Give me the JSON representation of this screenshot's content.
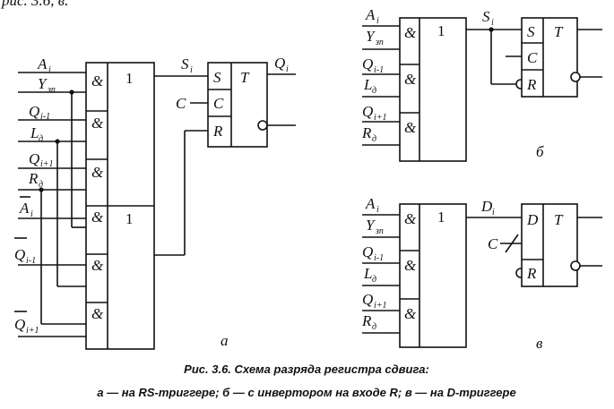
{
  "header": {
    "top_ref": "рис. 3.6, в."
  },
  "panel_a": {
    "letter": "а",
    "inputs": [
      {
        "label": "A",
        "sub": "i"
      },
      {
        "label": "Y",
        "sub": "зп"
      },
      {
        "label": "Q",
        "sub": "i-1"
      },
      {
        "label": "L",
        "sub": "д"
      },
      {
        "label": "Q",
        "sub": "i+1"
      },
      {
        "label": "R",
        "sub": "д"
      },
      {
        "label": "A",
        "sub": "i"
      },
      {
        "label": "Q",
        "sub": "i-1"
      },
      {
        "label": "Q",
        "sub": "i+1"
      }
    ],
    "and_label": "&",
    "or_label": "1",
    "s_out": {
      "label": "S",
      "sub": "i"
    },
    "c_in": "C",
    "q_out": {
      "label": "Q",
      "sub": "i"
    },
    "trigger": {
      "s": "S",
      "c": "C",
      "r": "R",
      "t": "T"
    }
  },
  "panel_b": {
    "letter": "б",
    "inputs": [
      {
        "label": "A",
        "sub": "i"
      },
      {
        "label": "Y",
        "sub": "зп"
      },
      {
        "label": "Q",
        "sub": "i-1"
      },
      {
        "label": "L",
        "sub": "д"
      },
      {
        "label": "Q",
        "sub": "i+1"
      },
      {
        "label": "R",
        "sub": "д"
      }
    ],
    "and_label": "&",
    "or_label": "1",
    "s_out": {
      "label": "S",
      "sub": "i"
    },
    "trigger": {
      "s": "S",
      "c": "C",
      "r": "R",
      "t": "T"
    }
  },
  "panel_v": {
    "letter": "в",
    "inputs": [
      {
        "label": "A",
        "sub": "i"
      },
      {
        "label": "Y",
        "sub": "зп"
      },
      {
        "label": "Q",
        "sub": "i-1"
      },
      {
        "label": "L",
        "sub": "д"
      },
      {
        "label": "Q",
        "sub": "i+1"
      },
      {
        "label": "R",
        "sub": "д"
      }
    ],
    "and_label": "&",
    "or_label": "1",
    "d_out": {
      "label": "D",
      "sub": "i"
    },
    "c_in": "C",
    "trigger": {
      "d": "D",
      "r": "R",
      "t": "T"
    }
  },
  "caption": {
    "line1": "Рис. 3.6. Схема разряда регистра сдвига:",
    "line2": "а — на RS-триггере; б — с инвертором на входе R; в — на D-триггере"
  }
}
